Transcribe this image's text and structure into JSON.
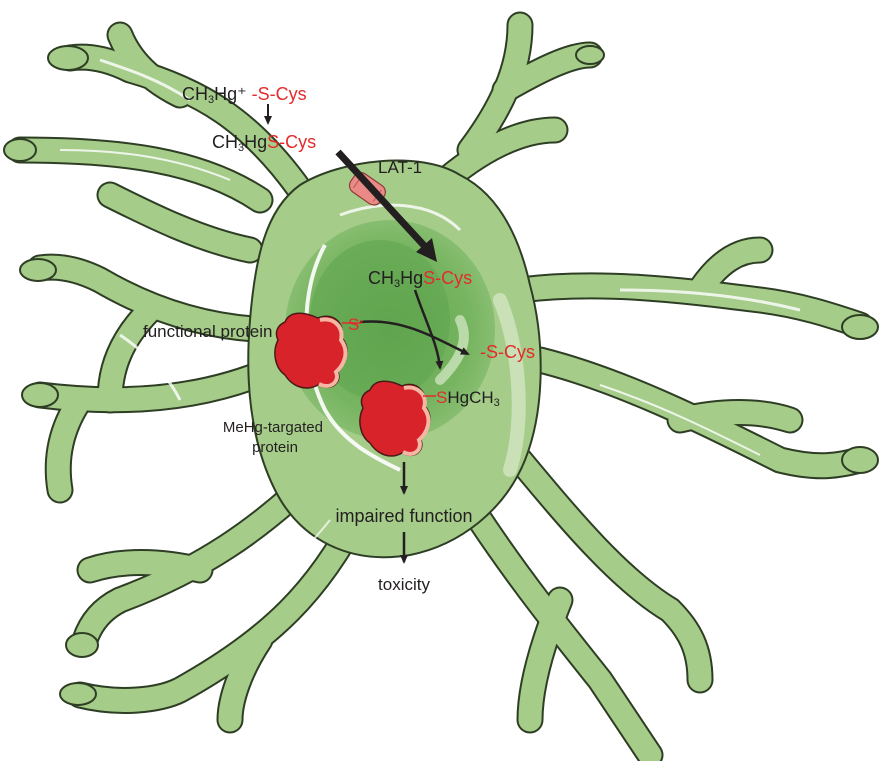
{
  "colors": {
    "cell_fill": "#a6cc8a",
    "cell_stroke": "#2e3e24",
    "nucleus_fill": "#7fb566",
    "nucleus_inner": "#5fa44e",
    "highlight": "#ffffff",
    "protein_fill": "#d8232a",
    "protein_light": "#f6b6a4",
    "transporter_fill": "#e98a86",
    "red_text": "#e32b2b",
    "black_text": "#231f20"
  },
  "labels": {
    "top_line1": {
      "a": "CH",
      "a_sub": "3",
      "b": "Hg",
      "c": "⁺ ",
      "d": "-S-Cys"
    },
    "top_line2": {
      "a": "CH",
      "a_sub": "3",
      "b": "Hg",
      "d": "S-Cys"
    },
    "lat1": "LAT-1",
    "inside": {
      "a": "CH",
      "a_sub": "3",
      "b": "Hg",
      "d": "S-Cys"
    },
    "thiolate": "S",
    "thiolate_charge": "-",
    "released": "-S-Cys",
    "functional_protein": "functional protein",
    "bound_s": "S",
    "bound_rest": "HgCH",
    "bound_sub": "3",
    "target_line1": "MeHg-targated",
    "target_line2": "protein",
    "impaired": "impaired function",
    "toxicity": "toxicity"
  }
}
